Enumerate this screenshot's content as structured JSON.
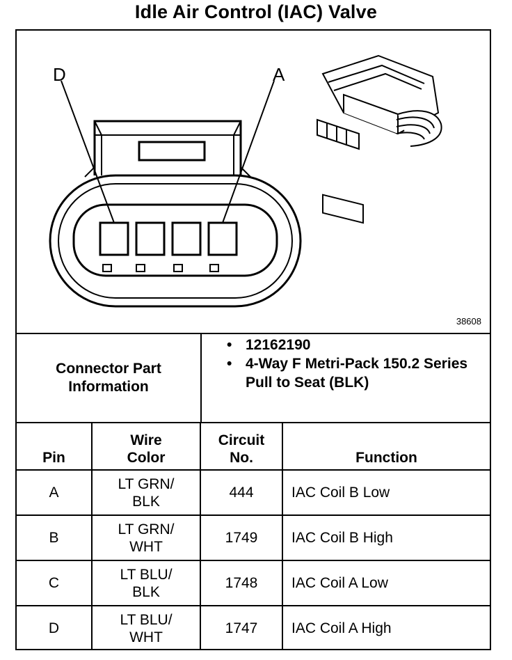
{
  "title": "Idle Air Control (IAC) Valve",
  "diagram": {
    "label_left": "D",
    "label_right": "A",
    "figure_number": "38608"
  },
  "connector": {
    "heading_line1": "Connector Part",
    "heading_line2": "Information",
    "bullets": [
      "12162190",
      "4-Way F Metri-Pack 150.2 Series Pull to Seat (BLK)"
    ],
    "bullet_symbol": "•"
  },
  "table": {
    "headers": {
      "pin": "Pin",
      "wire_line1": "Wire",
      "wire_line2": "Color",
      "circuit_line1": "Circuit",
      "circuit_line2": "No.",
      "function": "Function"
    },
    "rows": [
      {
        "pin": "A",
        "wire_line1": "LT GRN/",
        "wire_line2": "BLK",
        "circuit": "444",
        "function": "IAC Coil B Low"
      },
      {
        "pin": "B",
        "wire_line1": "LT GRN/",
        "wire_line2": "WHT",
        "circuit": "1749",
        "function": "IAC Coil B High"
      },
      {
        "pin": "C",
        "wire_line1": "LT BLU/",
        "wire_line2": "BLK",
        "circuit": "1748",
        "function": "IAC Coil A Low"
      },
      {
        "pin": "D",
        "wire_line1": "LT BLU/",
        "wire_line2": "WHT",
        "circuit": "1747",
        "function": "IAC Coil A High"
      }
    ]
  }
}
